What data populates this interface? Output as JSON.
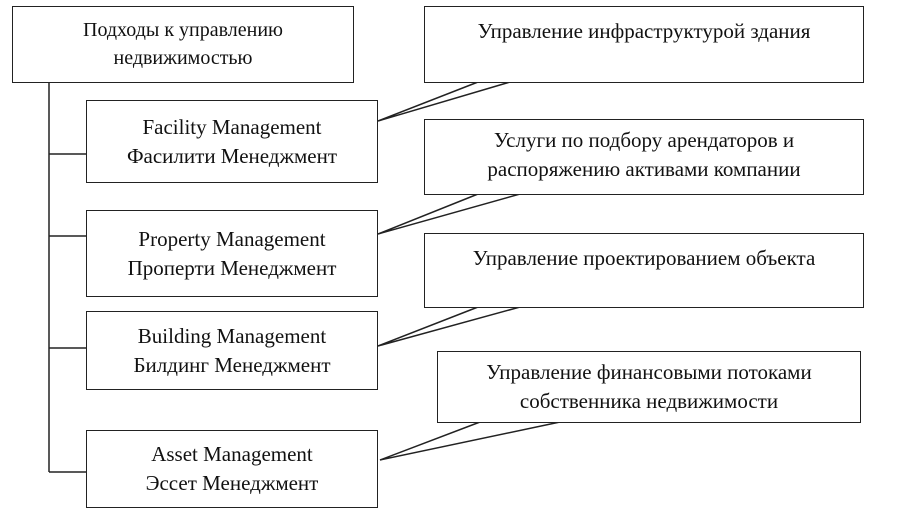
{
  "root": {
    "line1": "Подходы к управлению",
    "line2": "недвижимостью"
  },
  "approaches": [
    {
      "en": "Facility Management",
      "ru": "Фасилити Менеджмент"
    },
    {
      "en": "Property Management",
      "ru": "Проперти Менеджмент"
    },
    {
      "en": "Building Management",
      "ru": "Билдинг Менеджмент"
    },
    {
      "en": "Asset Management",
      "ru": "Эссет Менеджмент"
    }
  ],
  "callouts": [
    {
      "line1": "Управление инфраструктурой здания",
      "line2": ""
    },
    {
      "line1": "Услуги по подбору арендаторов и",
      "line2": "распоряжению активами компании"
    },
    {
      "line1": "Управление проектированием объекта",
      "line2": ""
    },
    {
      "line1": "Управление финансовыми потоками",
      "line2": "собственника недвижимости"
    }
  ]
}
